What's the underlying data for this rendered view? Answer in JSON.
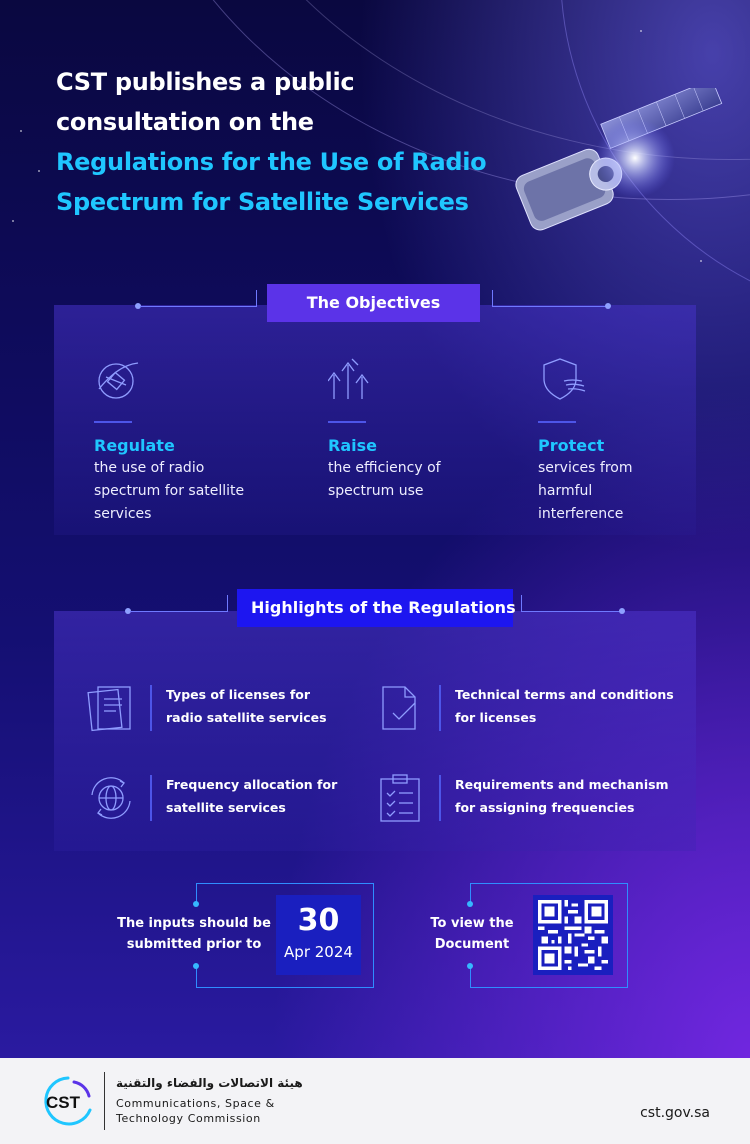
{
  "title": {
    "line1": "CST publishes a public",
    "line2": "consultation on the",
    "line3": "Regulations for the Use of Radio",
    "line4": "Spectrum for Satellite Services"
  },
  "objectives": {
    "label": "The Objectives",
    "items": [
      {
        "icon": "satellite-orbit-icon",
        "head": "Regulate",
        "desc": [
          "the use of radio",
          "spectrum for satellite",
          "services"
        ]
      },
      {
        "icon": "up-arrows-icon",
        "head": "Raise",
        "desc": [
          "the efficiency of",
          "spectrum use"
        ]
      },
      {
        "icon": "shield-signal-icon",
        "head": "Protect",
        "desc": [
          "services from",
          "harmful",
          "interference"
        ]
      }
    ]
  },
  "highlights": {
    "label": "Highlights of the Regulations",
    "items": [
      {
        "icon": "documents-icon",
        "lines": [
          "Types of licenses for",
          "radio satellite services"
        ]
      },
      {
        "icon": "document-check-icon",
        "lines": [
          "Technical terms and conditions",
          "for licenses"
        ]
      },
      {
        "icon": "globe-cycle-icon",
        "lines": [
          "Frequency allocation for",
          "satellite services"
        ]
      },
      {
        "icon": "clipboard-checklist-icon",
        "lines": [
          "Requirements and mechanism",
          "for assigning frequencies"
        ]
      }
    ]
  },
  "deadline": {
    "text1": "The inputs should be",
    "text2": "submitted prior to",
    "day": "30",
    "month": "Apr 2024"
  },
  "document": {
    "text1": "To view the",
    "text2": "Document",
    "icon": "qr-code-icon"
  },
  "footer": {
    "logo_text": "CST",
    "arabic": "هيئة الاتصالات والفضاء والتقنية",
    "english1": "Communications, Space &",
    "english2": "Technology Commission",
    "url": "cst.gov.sa"
  },
  "colors": {
    "accent_cyan": "#1fc6ff",
    "objectives_label_bg": "#5b33e8",
    "highlights_label_bg": "#1d16f0",
    "date_box_bg": "#1a1fbf"
  }
}
